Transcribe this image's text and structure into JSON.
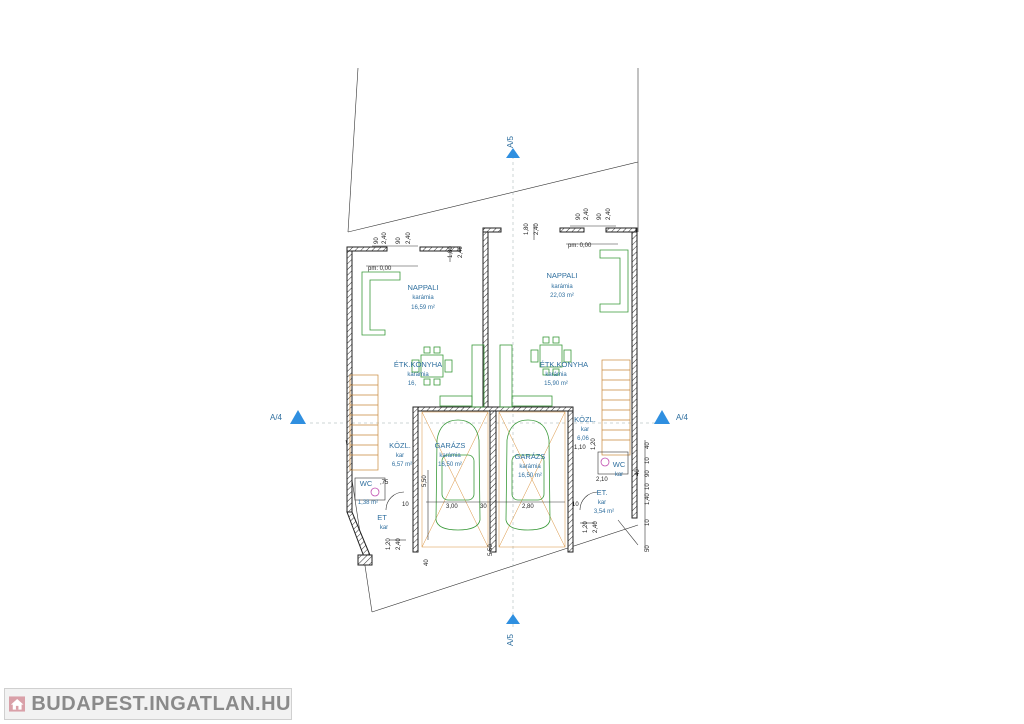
{
  "watermark": {
    "text": "BUDAPEST.INGATLAN.HU"
  },
  "section_markers": {
    "top": "A/5",
    "bottom": "A/5",
    "left": "A/4",
    "right": "A/4"
  },
  "levels": {
    "left": "pm: 0,00",
    "right": "pm: 0,00"
  },
  "rooms": {
    "nappali_left": {
      "name": "NAPPALI",
      "floor": "karámia",
      "area": "16,59 m²"
    },
    "nappali_right": {
      "name": "NAPPALI",
      "floor": "karámia",
      "area": "22,03 m²"
    },
    "etkonyha_left": {
      "name": "ÉTK.KONYHA",
      "floor": "karámia",
      "area": "16,"
    },
    "etkonyha_right": {
      "name": "ÉTK.KONYHA",
      "floor": "karámia",
      "area": "15,90 m²"
    },
    "kozl_left": {
      "name": "KÖZL.",
      "floor": "kar",
      "area": "6,57 m²"
    },
    "kozl_right": {
      "name": "KÖZL.",
      "floor": "kar",
      "area": "6,06"
    },
    "garazs_left": {
      "name": "GARÁZS",
      "floor": "karámia",
      "area": "16,50 m²"
    },
    "garazs_right": {
      "name": "GARÁZS",
      "floor": "karámia",
      "area": "16,50 m²"
    },
    "wc_left": {
      "name": "WC",
      "area": "1,38 m²"
    },
    "wc_right": {
      "name": "WC",
      "floor": "kar"
    },
    "et_left": {
      "name": "ET",
      "floor": "kar"
    },
    "et_right": {
      "name": "ET.",
      "floor": "kar",
      "area": "3,54 m²"
    }
  },
  "dimensions": {
    "top_left": [
      "90",
      "2,40",
      "90",
      "2,40"
    ],
    "top_left_2": [
      "1,80",
      "2,40"
    ],
    "top_right": [
      "90",
      "2,40",
      "90",
      "2,40"
    ],
    "top_right_2": [
      "1,80",
      "2,40"
    ],
    "garage_widths": [
      "3,00",
      "30",
      "2,80"
    ],
    "garage_height": "5,50",
    "garage_height_2": "5,50",
    "bottom_left": [
      "1,20",
      "2,40"
    ],
    "bottom_right": [
      "1,20",
      "2,40"
    ],
    "right_chain": [
      "40",
      "10",
      "90",
      "10",
      "1,40",
      "10",
      "50"
    ],
    "misc": {
      "d40a": "40",
      "d10a": "10",
      "d10b": "10",
      "d40b": "40",
      "d75": ",75",
      "d110": "1,10",
      "d210": "2,10",
      "d120": "1,20"
    }
  }
}
